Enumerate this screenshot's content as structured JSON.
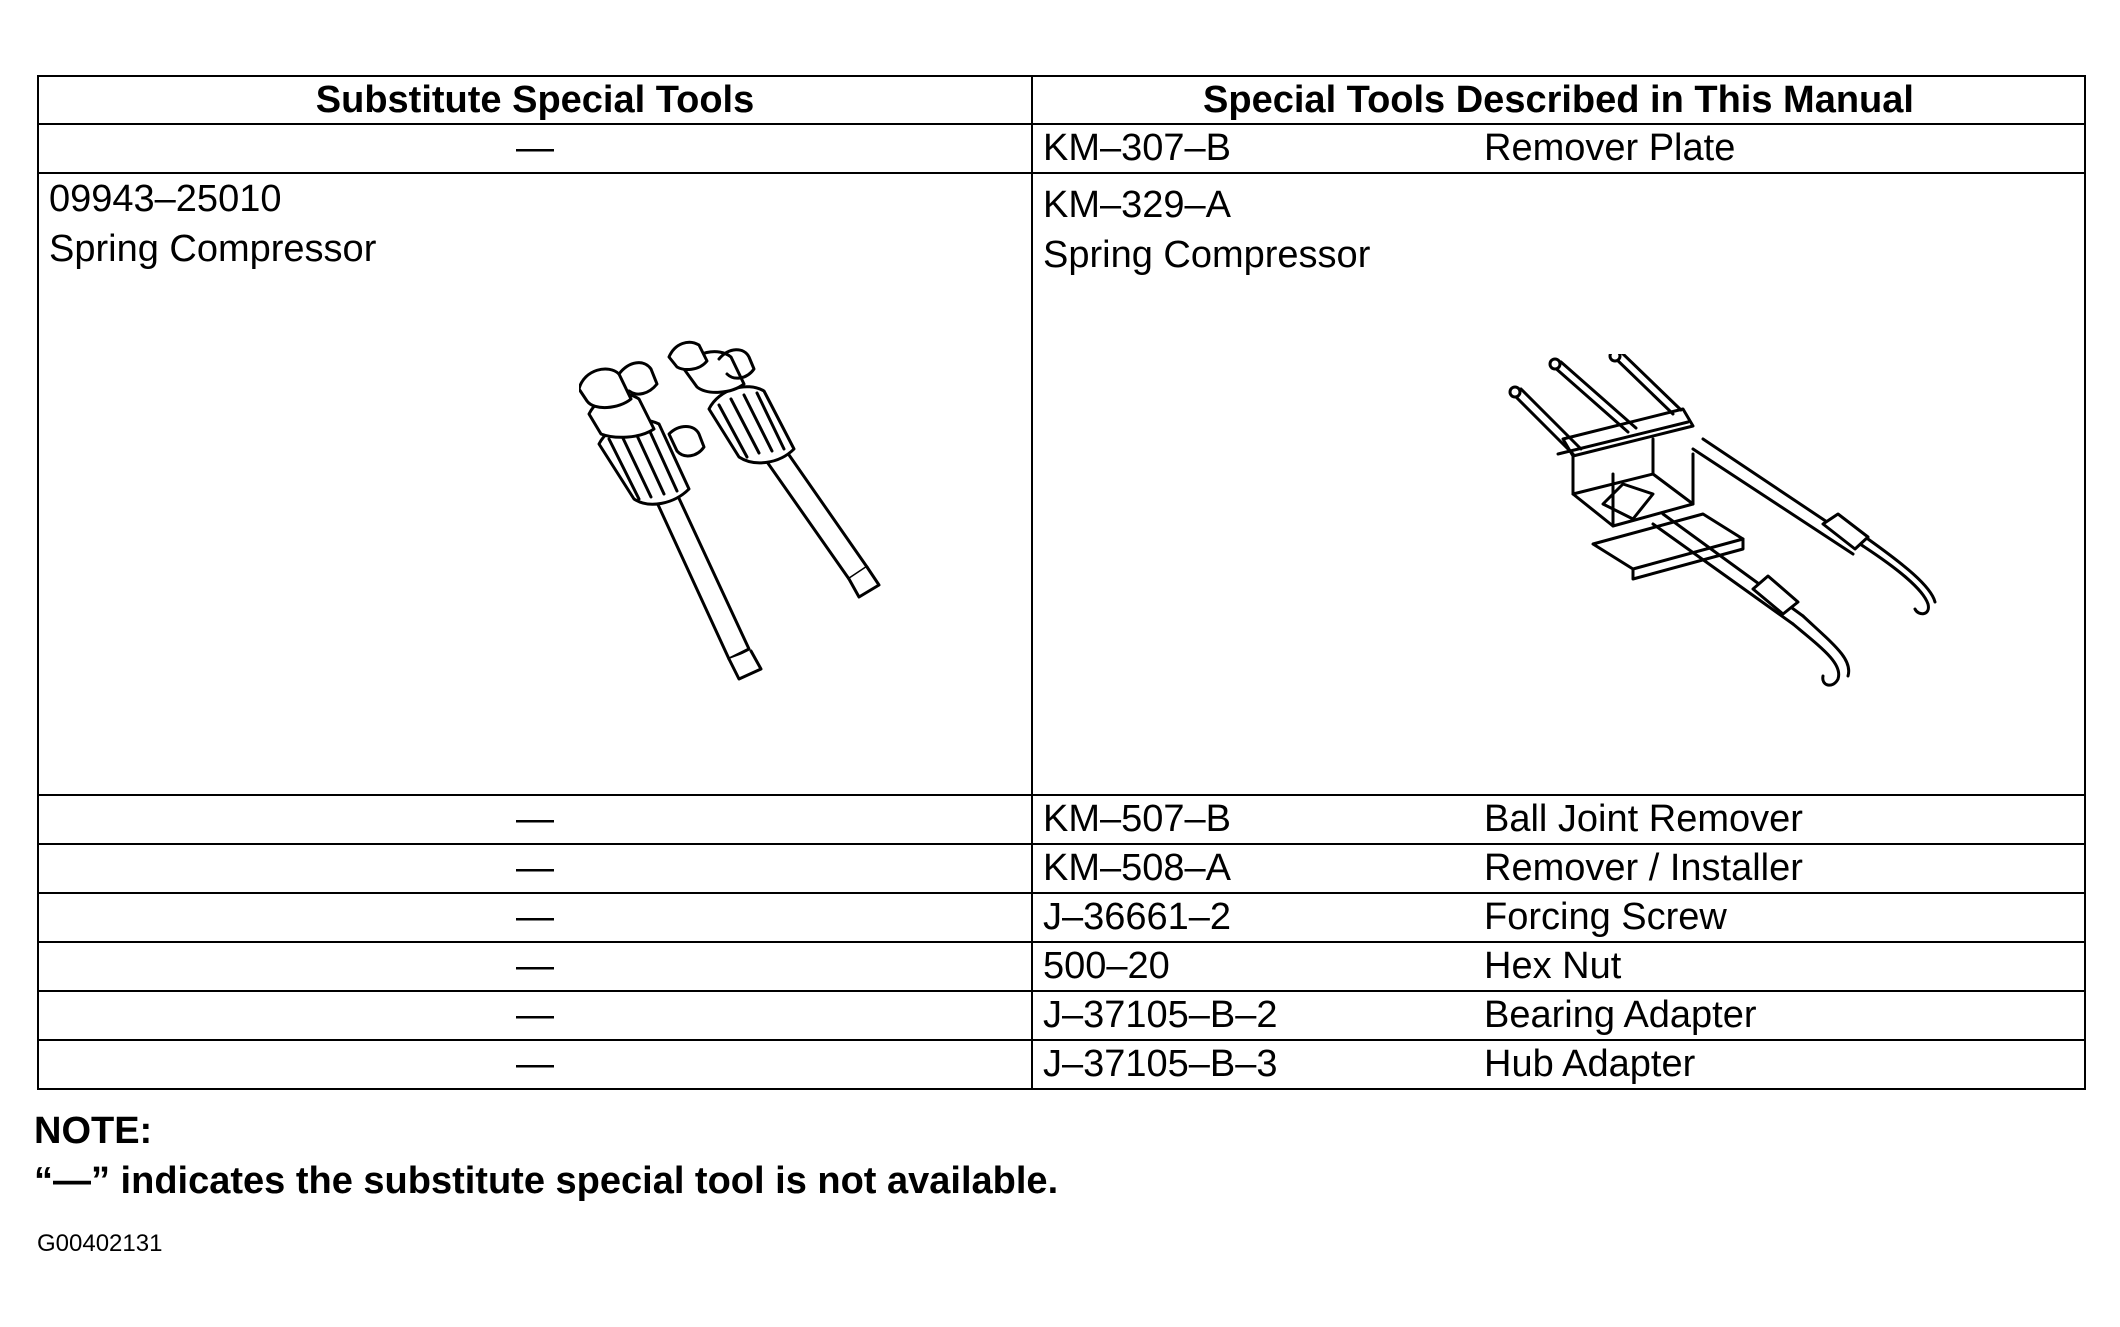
{
  "table": {
    "headers": [
      "Substitute Special Tools",
      "Special Tools Described in This Manual"
    ],
    "rows": [
      {
        "substitute": "—",
        "code": "KM–307–B",
        "description": "Remover Plate"
      },
      {
        "substitute_code": "09943–25010",
        "substitute_name": "Spring Compressor",
        "code": "KM–329–A",
        "description": "Spring Compressor"
      },
      {
        "substitute": "—",
        "code": "KM–507–B",
        "description": "Ball Joint Remover"
      },
      {
        "substitute": "—",
        "code": "KM–508–A",
        "description": "Remover / Installer"
      },
      {
        "substitute": "—",
        "code": "J–36661–2",
        "description": "Forcing Screw"
      },
      {
        "substitute": "—",
        "code": "500–20",
        "description": "Hex Nut"
      },
      {
        "substitute": "—",
        "code": "J–37105–B–2",
        "description": "Bearing Adapter"
      },
      {
        "substitute": "—",
        "code": "J–37105–B–3",
        "description": "Hub Adapter"
      }
    ]
  },
  "note": {
    "label": "NOTE:",
    "text": "“—” indicates the substitute special tool is not available."
  },
  "figure_id": "G00402131",
  "illustrations": [
    "spring-compressor-pair-illustration",
    "spring-compressor-frame-illustration"
  ]
}
